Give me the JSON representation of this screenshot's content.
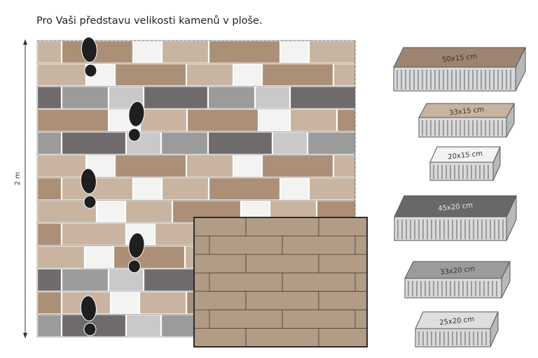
{
  "title": "Pro Vaši představu velikosti kamenů v ploše.",
  "dimension_label": "2 m",
  "colors": {
    "beige": "#c8b4a0",
    "brown": "#ab8f77",
    "white": "#f3f3f2",
    "charcoal": "#6f6b6d",
    "gray": "#9c9b9c",
    "lightgray": "#c9c9ca",
    "border": "#2b2b2b"
  },
  "samples": [
    {
      "label": "50x15 cm",
      "color": "#9d8471"
    },
    {
      "label": "33x15 cm",
      "color": "#c6b3a0"
    },
    {
      "label": "20x15 cm",
      "color": "#f2f2f1"
    },
    {
      "label": "45x20 cm",
      "color": "#696767"
    },
    {
      "label": "33x20 cm",
      "color": "#9c9b9c"
    },
    {
      "label": "25x20 cm",
      "color": "#dededf"
    }
  ]
}
